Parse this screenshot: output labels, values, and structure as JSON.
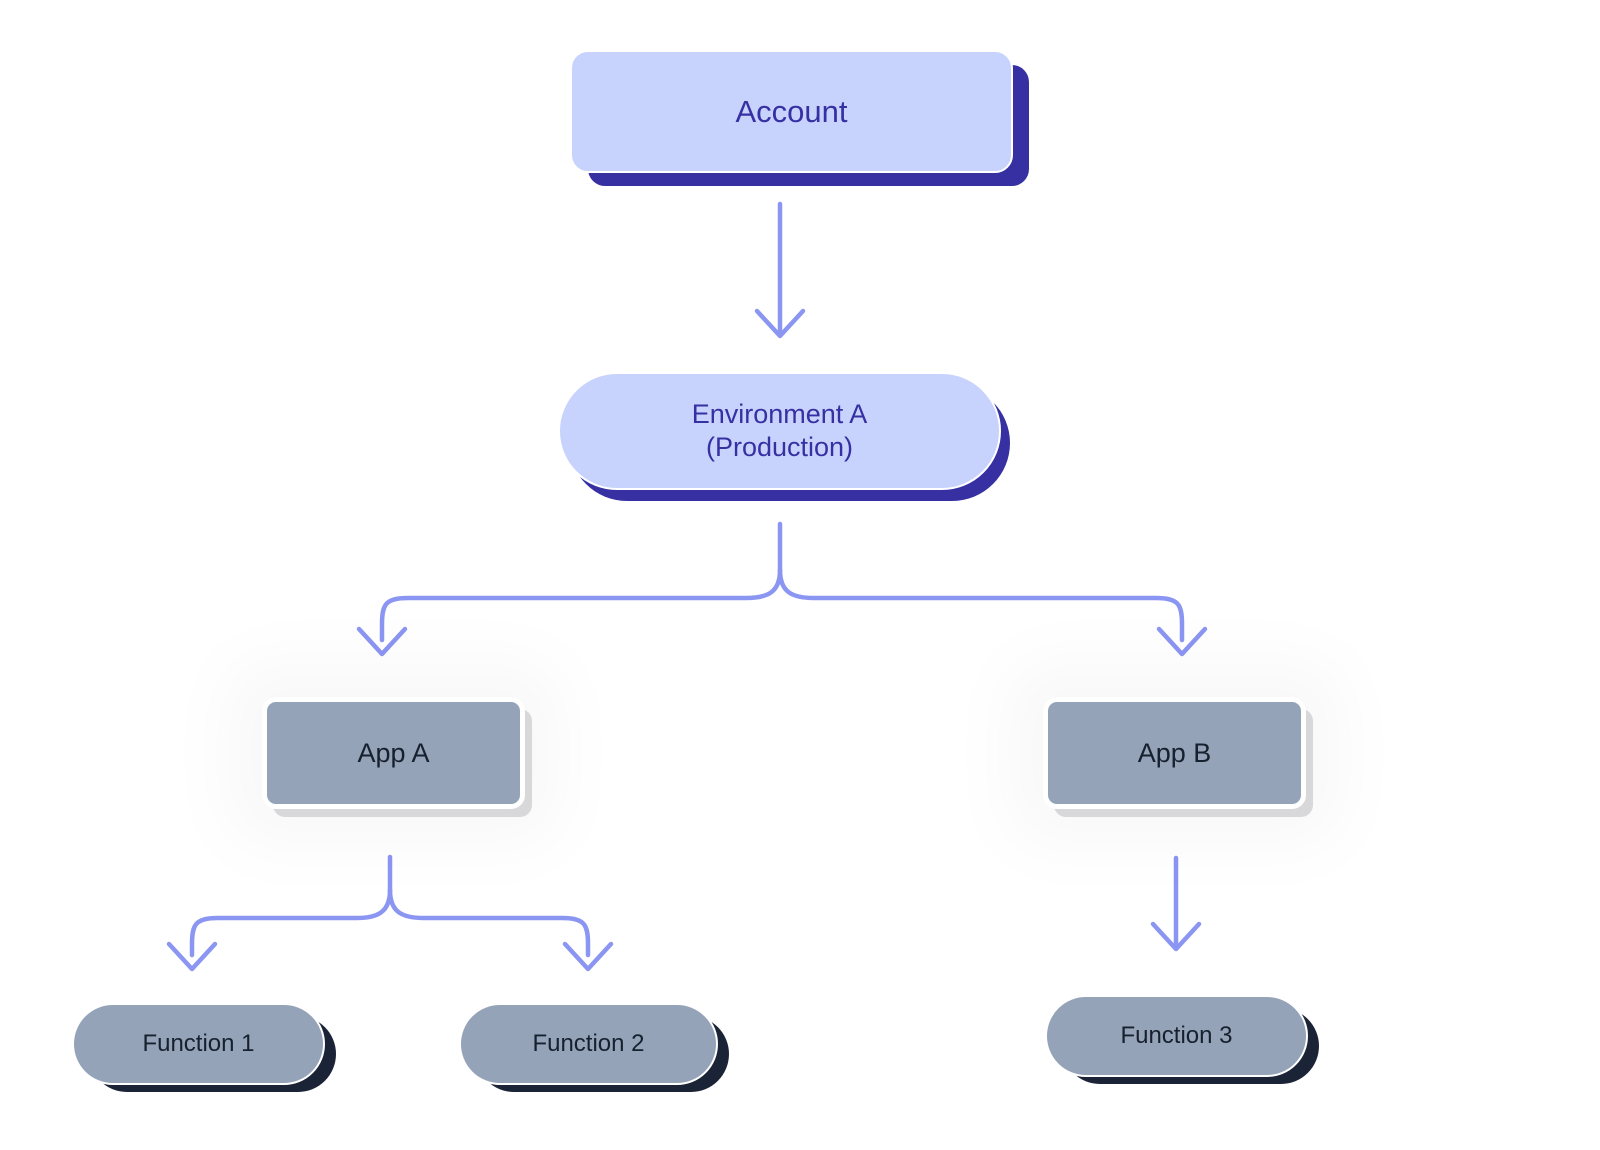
{
  "diagram": {
    "title": "Account / Environment / App / Function hierarchy",
    "background_color": "#ffffff",
    "edge_color": "#8b95f2",
    "nodes": {
      "account": {
        "label": "Account",
        "shape": "rounded-rect",
        "fill": "#c7d2fd",
        "text_color": "#3730a3",
        "shadow_color": "#3730a3"
      },
      "environment_a": {
        "label": "Environment A\n(Production)",
        "shape": "stadium",
        "fill": "#c7d2fd",
        "text_color": "#3730a3",
        "shadow_color": "#3730a3"
      },
      "app_a": {
        "label": "App A",
        "shape": "rounded-rect",
        "fill": "#94a3b8",
        "text_color": "#16202e",
        "shadow_color": "#d8d8da"
      },
      "app_b": {
        "label": "App B",
        "shape": "rounded-rect",
        "fill": "#94a3b8",
        "text_color": "#16202e",
        "shadow_color": "#d8d8da"
      },
      "function_1": {
        "label": "Function 1",
        "shape": "stadium",
        "fill": "#94a3b8",
        "text_color": "#16202e",
        "shadow_color": "#1b2436"
      },
      "function_2": {
        "label": "Function 2",
        "shape": "stadium",
        "fill": "#94a3b8",
        "text_color": "#16202e",
        "shadow_color": "#1b2436"
      },
      "function_3": {
        "label": "Function 3",
        "shape": "stadium",
        "fill": "#94a3b8",
        "text_color": "#16202e",
        "shadow_color": "#1b2436"
      }
    },
    "edges": [
      {
        "from": "account",
        "to": "environment_a",
        "style": "straight-down",
        "arrowhead": "chevron"
      },
      {
        "from": "environment_a",
        "to": "app_a",
        "style": "split-left",
        "arrowhead": "chevron"
      },
      {
        "from": "environment_a",
        "to": "app_b",
        "style": "split-right",
        "arrowhead": "chevron"
      },
      {
        "from": "app_a",
        "to": "function_1",
        "style": "split-left",
        "arrowhead": "chevron"
      },
      {
        "from": "app_a",
        "to": "function_2",
        "style": "split-right",
        "arrowhead": "chevron"
      },
      {
        "from": "app_b",
        "to": "function_3",
        "style": "straight-down",
        "arrowhead": "chevron"
      }
    ]
  }
}
